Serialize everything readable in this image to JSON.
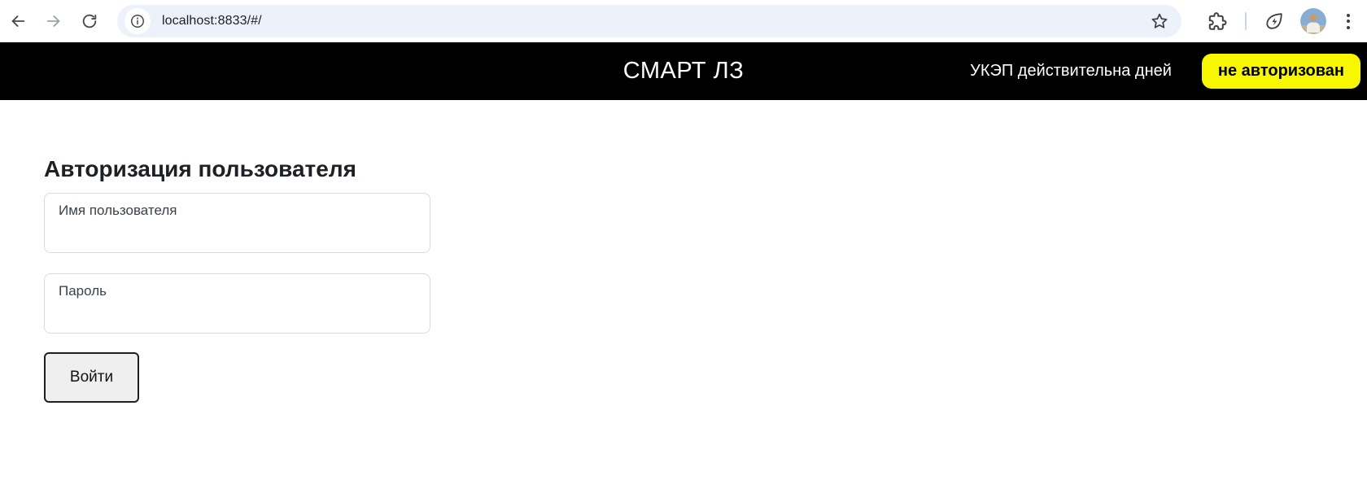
{
  "browser": {
    "url": "localhost:8833/#/",
    "icons": {
      "back": "back-arrow",
      "forward": "forward-arrow",
      "refresh": "circular-arrow",
      "site_info": "info-circle",
      "bookmark": "star-outline",
      "extensions": "puzzle-piece",
      "energy_saver": "leaf-with-bolt",
      "profile": "avatar-photo",
      "menu": "vertical-ellipsis"
    }
  },
  "header": {
    "title": "СМАРТ ЛЗ",
    "ukep_text": "УКЭП действительна дней",
    "auth_badge": "не авторизован",
    "colors": {
      "header_bg": "#000000",
      "badge_bg": "#f7f700",
      "badge_text": "#000000",
      "title_text": "#ffffff"
    }
  },
  "main": {
    "heading": "Авторизация пользователя",
    "username_placeholder": "Имя пользователя",
    "password_placeholder": "Пароль",
    "login_button": "Войти"
  }
}
